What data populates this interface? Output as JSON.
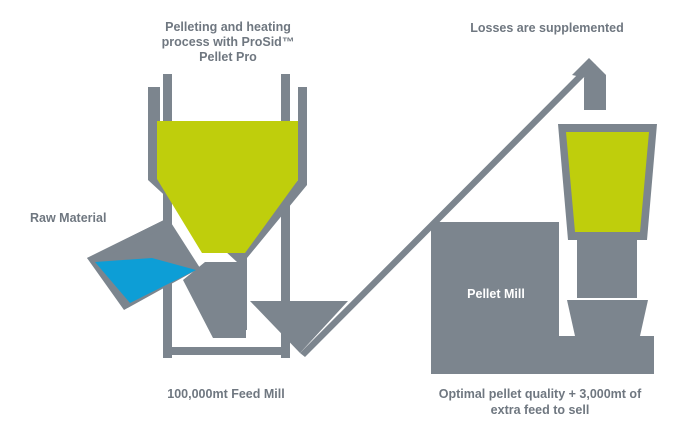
{
  "labels": {
    "process_line1": "Pelleting and heating",
    "process_line2": "process with ProSid™",
    "process_line3": "Pellet Pro",
    "losses": "Losses are supplemented",
    "raw_material": "Raw Material",
    "pellet_mill": "Pellet Mill",
    "feed_mill": "100,000mt  Feed Mill",
    "optimal_line1": "Optimal pellet quality + 3,000mt of",
    "optimal_line2": "extra feed to sell"
  },
  "colors": {
    "machinery": "#7c858e",
    "feed": "#bfce0c",
    "raw_material": "#0d9ed6",
    "text": "#6f7780"
  }
}
